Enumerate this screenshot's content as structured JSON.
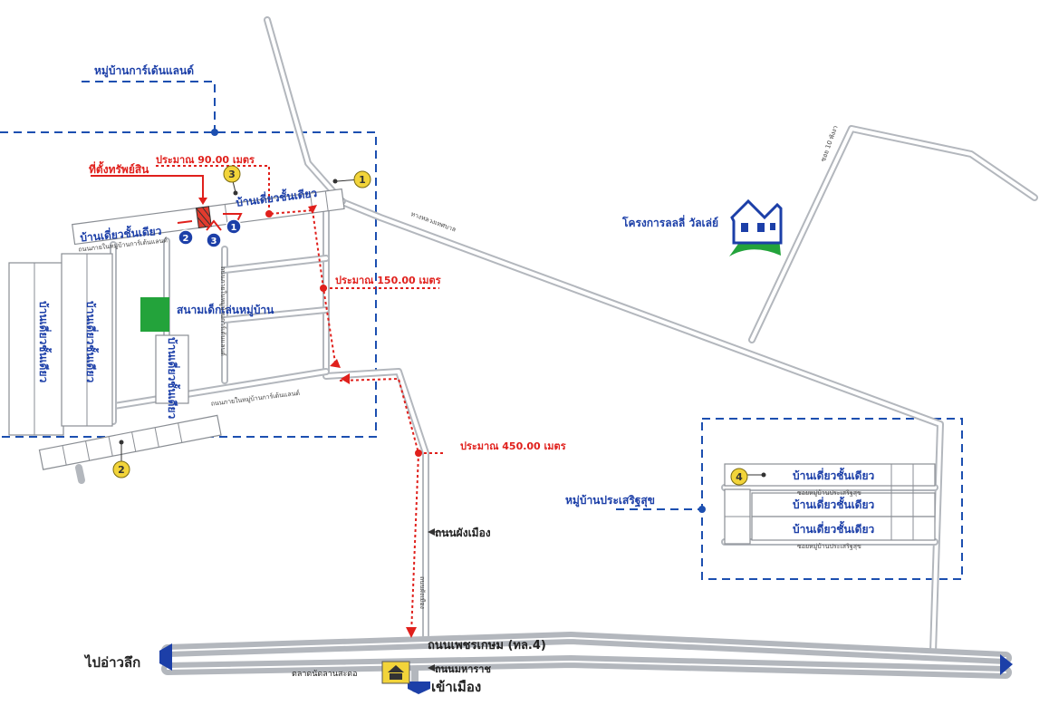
{
  "villages": {
    "garden_land": "หมู่บ้านการ์เด้นแลนด์",
    "prasert_suk": "หมู่บ้านประเสริฐสุข",
    "lily_valley": "โครงการลลลี่ วัลเล่ย์"
  },
  "markers": {
    "property_location": "ที่ตั้งทรัพย์สิน",
    "distance_90": "ประมาณ 90.00 เมตร",
    "distance_150": "ประมาณ 150.00 เมตร",
    "distance_450": "ประมาณ 450.00 เมตร"
  },
  "labels": {
    "row_house_top": "บ้านเดี่ยวชั้นเดียว",
    "row_house_left": "บ้านเดี่ยวชั้นเดียว",
    "playground": "สนามเด็กเล่นหมู่บ้าน",
    "single_storey": "บ้านเดี่ยวชั้นเดียว"
  },
  "roads": {
    "phang_mueang": "ถนนผังเมือง",
    "phetkasem": "ถนนเพชรเกษม (ทล.4)",
    "maharat": "ถนนมหาราช",
    "to_ao_luek": "ไปอ่าวลึก",
    "to_town": "เข้าเมือง",
    "market": "ตลาดนัดลานสะดอ",
    "village_road_small": "ถนนภายในหมู่บ้านการ์เด้นแลนด์",
    "highway_small": "ทางหลวงเทศบาล",
    "soi_small": "ซอย 10 พังงา",
    "prasert_soi_small": "ซอยหมู่บ้านประเสริฐสุข",
    "phang_vertical_small": "ถนนผังเมือง"
  },
  "numbers": {
    "y1": "1",
    "y2": "2",
    "y3": "3",
    "y4": "4",
    "b1": "1",
    "b2": "2",
    "b3": "3"
  },
  "colors": {
    "road": "#b3b7bd",
    "boundary": "#1c4fb0",
    "distance": "#e0201c",
    "marker_yellow": "#f2d43a",
    "marker_blue": "#1c3fa8",
    "playground": "#23a33b"
  }
}
